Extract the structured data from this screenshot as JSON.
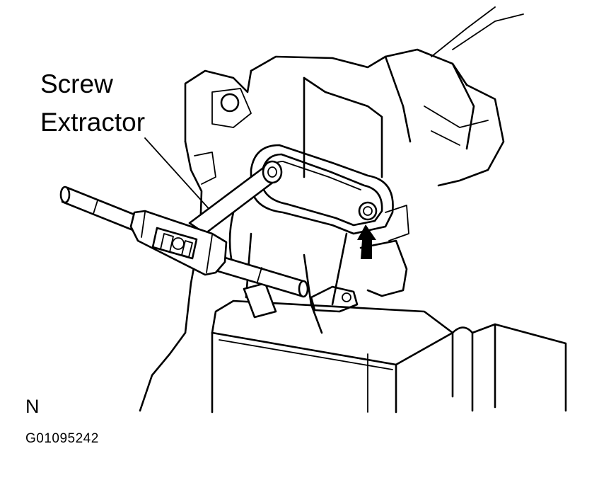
{
  "callout": {
    "line1": "Screw",
    "line2": "Extractor"
  },
  "view_letter": "N",
  "figure_code": "G01095242",
  "colors": {
    "ink": "#000000",
    "paper": "#ffffff"
  }
}
